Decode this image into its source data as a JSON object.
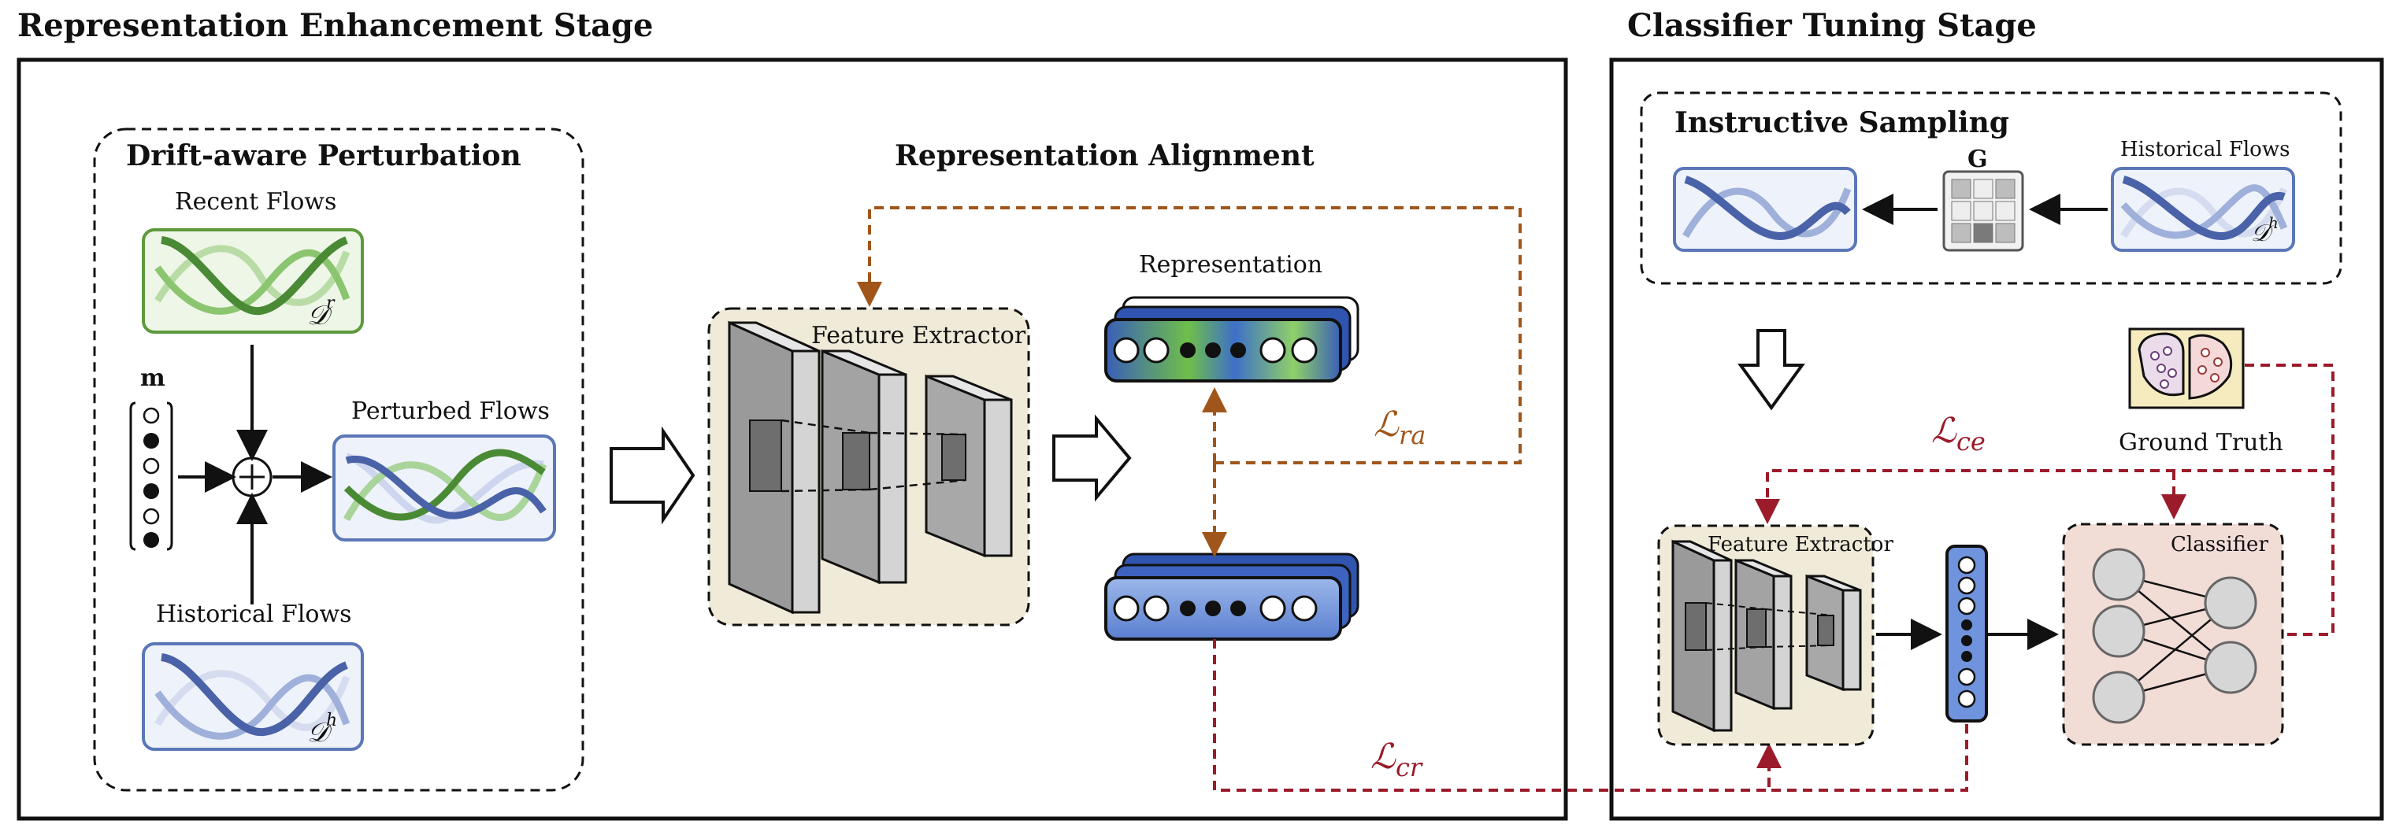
{
  "stages": {
    "left_title": "Representation Enhancement Stage",
    "right_title": "Classifier Tuning Stage"
  },
  "perturbation": {
    "title": "Drift-aware Perturbation",
    "recent_label": "Recent Flows",
    "recent_set": "𝒟",
    "recent_sup": "r",
    "mask_label": "m",
    "perturbed_label": "Perturbed Flows",
    "historical_label": "Historical Flows",
    "historical_set": "𝒟",
    "historical_sup": "h"
  },
  "alignment": {
    "title": "Representation Alignment",
    "feature_extractor": "Feature Extractor",
    "representation": "Representation"
  },
  "losses": {
    "ra": "ℒ",
    "ra_sub": "ra",
    "cr": "ℒ",
    "cr_sub": "cr",
    "ce": "ℒ",
    "ce_sub": "ce"
  },
  "classifier_stage": {
    "sampling_title": "Instructive Sampling",
    "g_label": "G",
    "historical_label": "Historical Flows",
    "historical_set": "𝒟",
    "historical_sup": "h",
    "ground_truth": "Ground Truth",
    "feature_extractor": "Feature Extractor",
    "classifier": "Classifier"
  },
  "colors": {
    "green": "#4a8a35",
    "blue": "#4a62a8",
    "loss_orange": "#a0561a",
    "loss_red": "#9b1b2a"
  }
}
